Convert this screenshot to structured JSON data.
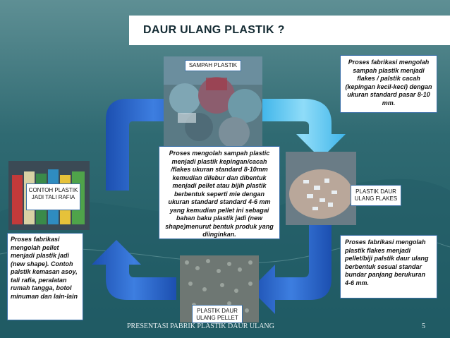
{
  "title": "DAUR ULANG PLASTIK ?",
  "labels": {
    "sampah": "SAMPAH PLASTIK",
    "flakes": "PLASTIK DAUR ULANG FLAKES",
    "pellet": "PLASTIK DAUR ULANG PELLET",
    "contoh": "CONTOH PLASTIK JADI TALI RAFIA"
  },
  "notes": {
    "fabrikasi_sampah": "Proses fabrikasi mengolah sampah plastik menjadi flakes / palstik cacah (kepingan kecil-keci) dengan ukuran standard pasar 8-10 mm.",
    "center": "Proses mengolah sampah plastic menjadi plastik kepingan/cacah /flakes ukuran standard 8-10mm kemudian dilebur dan dibentuk menjadi pellet atau bijih plastik berbentuk seperti mie dengan ukuran standard standard 4-6 mm yang kemudian pellet ini sebagai bahan baku plastik jadi (new shape)menurut bentuk produk yang diinginkan.",
    "fabrikasi_flakes": "Proses fabrikasi mengolah plastik flakes menjadi pellet/biji palstik daur ulang berbentuk sesuai standar bundar panjang berukuran 4-6 mm.",
    "fabrikasi_pellet": "Proses fabrikasi mengolah pellet menjadi plastik jadi (new shape). Contoh palstik kemasan asoy, tali rafia, peralatan rumah tangga, botol minuman dan lain-lain"
  },
  "footer": "PRESENTASI PABRIK PLASTIK DAUR ULANG",
  "page_number": "5",
  "colors": {
    "arrow_blue": "#2a63c9",
    "arrow_light": "#5fc6ef",
    "background": "#2f6a72"
  },
  "icons": {
    "cycle": "circular-arrow-icon"
  }
}
